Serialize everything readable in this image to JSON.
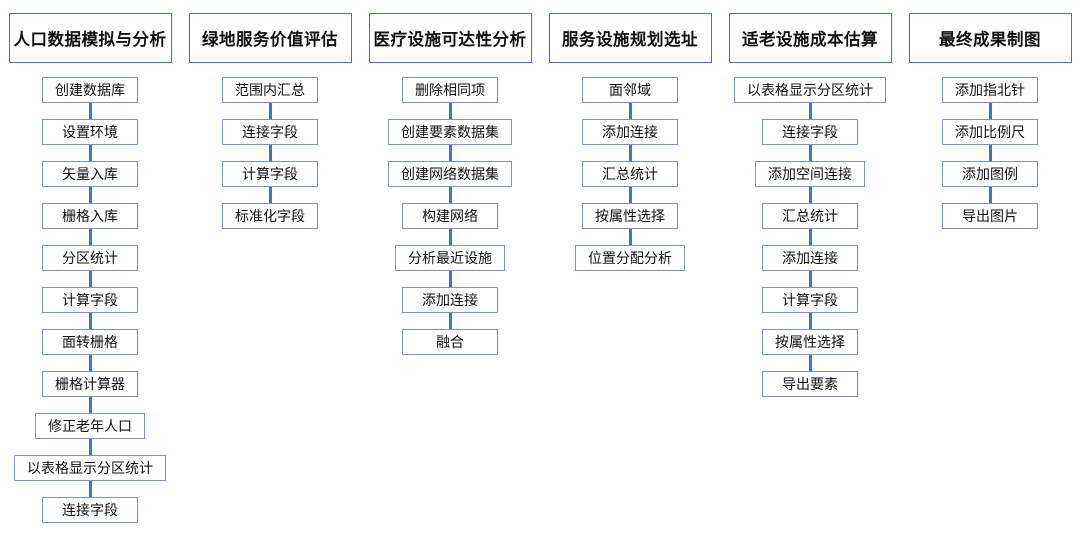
{
  "diagram": {
    "name": "workflow-flowchart",
    "columns": [
      {
        "header": "人口数据模拟与分析",
        "steps": [
          "创建数据库",
          "设置环境",
          "矢量入库",
          "栅格入库",
          "分区统计",
          "计算字段",
          "面转栅格",
          "栅格计算器",
          "修正老年人口",
          "以表格显示分区统计",
          "连接字段"
        ]
      },
      {
        "header": "绿地服务价值评估",
        "steps": [
          "范围内汇总",
          "连接字段",
          "计算字段",
          "标准化字段"
        ]
      },
      {
        "header": "医疗设施可达性分析",
        "steps": [
          "删除相同项",
          "创建要素数据集",
          "创建网络数据集",
          "构建网络",
          "分析最近设施",
          "添加连接",
          "融合"
        ]
      },
      {
        "header": "服务设施规划选址",
        "steps": [
          "面邻域",
          "添加连接",
          "汇总统计",
          "按属性选择",
          "位置分配分析"
        ]
      },
      {
        "header": "适老设施成本估算",
        "steps": [
          "以表格显示分区统计",
          "连接字段",
          "添加空间连接",
          "汇总统计",
          "添加连接",
          "计算字段",
          "按属性选择",
          "导出要素"
        ]
      },
      {
        "header": "最终成果制图",
        "steps": [
          "添加指北针",
          "添加比例尺",
          "添加图例",
          "导出图片"
        ]
      }
    ]
  },
  "colors": {
    "connector": "#4472c4",
    "header_border": "#4a72b8",
    "step_border": "#8093b8",
    "background": "#ffffff",
    "text": "#111111"
  }
}
